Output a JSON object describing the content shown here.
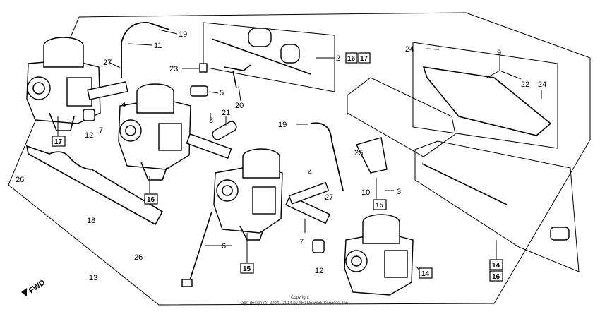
{
  "callouts": {
    "c2": "2",
    "c3": "3",
    "c4a": "4",
    "c4b": "4",
    "c5": "5",
    "c6": "6",
    "c7a": "7",
    "c7b": "7",
    "c8": "8",
    "c9": "9",
    "c10": "10",
    "c11": "11",
    "c12a": "12",
    "c12b": "12",
    "c13": "13",
    "c18": "18",
    "c19a": "19",
    "c19b": "19",
    "c20": "20",
    "c21": "21",
    "c22": "22",
    "c23": "23",
    "c24a": "24",
    "c24b": "24",
    "c25": "25",
    "c26a": "26",
    "c26b": "26",
    "c27a": "27",
    "c27b": "27"
  },
  "boxed": {
    "b16a": "16",
    "b17a": "17",
    "b17b": "17",
    "b16b": "16",
    "b15a": "15",
    "b15b": "15",
    "b14a": "14",
    "b14b": "14",
    "b16c": "16"
  },
  "fwd": "FWD",
  "footer": {
    "line1": "Copyright",
    "line2": "Page design (c) 2004 - 2014 by ARI Network Services, Inc."
  }
}
